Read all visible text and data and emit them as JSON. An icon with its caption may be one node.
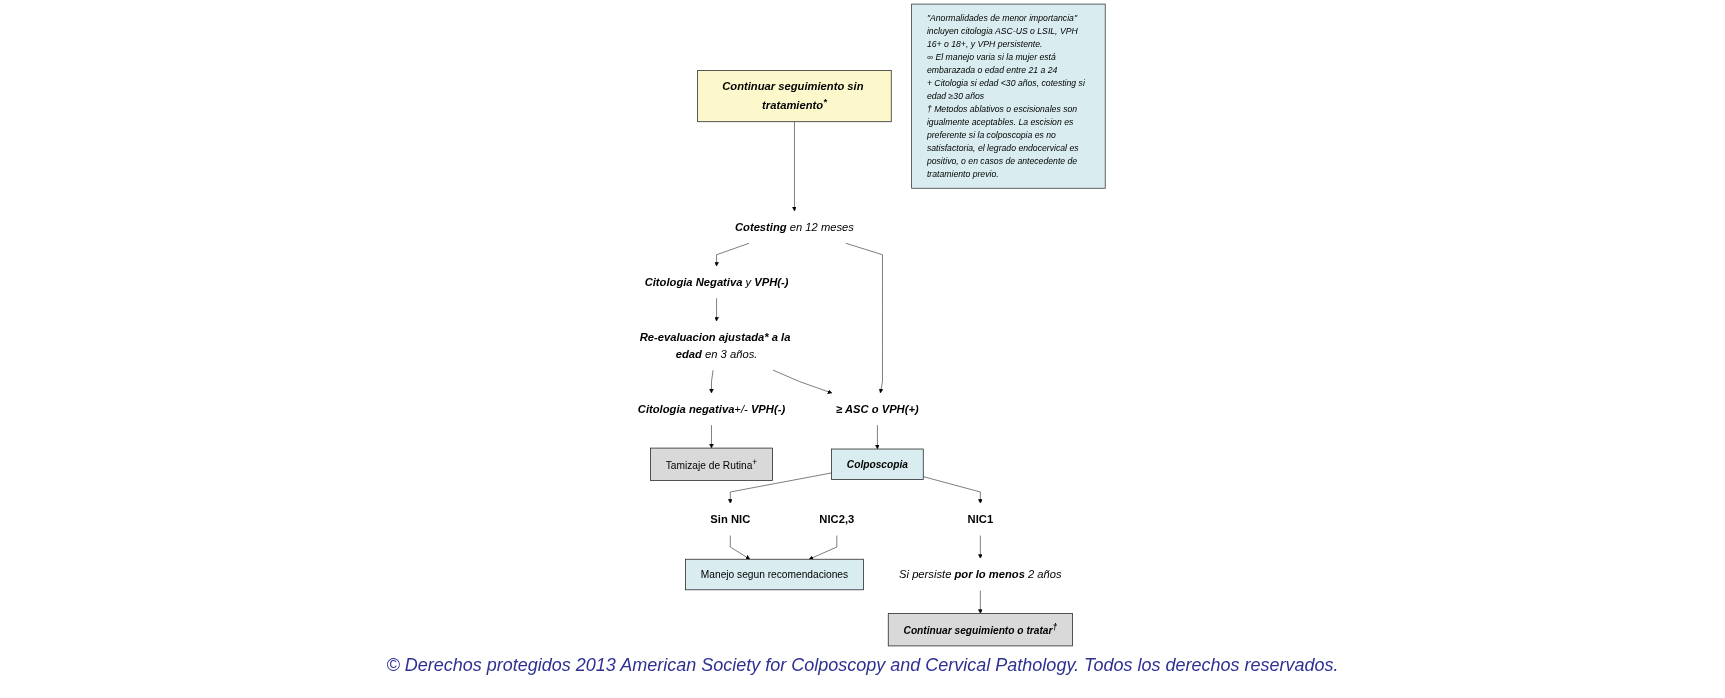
{
  "diagram": {
    "nodes": [
      {
        "text": [
          "Continuar seguimiento sin tratamiento$^{*}$"
        ]
      },
      {
        "text": [
          "**Cotesting** en 12 meses"
        ]
      },
      {
        "text": [
          "**Citologia Negativa** y **VPH(-)**"
        ]
      },
      {
        "text": [
          "**Re-evaluacion ajustada* a la edad** en 3 años."
        ]
      },
      {
        "text": [
          "**Citologia negativa**+/- **VPH(-)**"
        ]
      },
      {
        "text": [
          "Tamizaje de Rutina$^{+}$"
        ]
      },
      {
        "text": [
          "≥ ASC o VPH(+)"
        ]
      },
      {
        "text": [
          "Colposcopia"
        ]
      },
      {
        "text": [
          "Sin NIC"
        ]
      },
      {
        "text": [
          "NIC2,3"
        ]
      },
      {
        "text": [
          "NIC1"
        ]
      },
      {
        "text": [
          "Manejo segun recomendaciones"
        ]
      },
      {
        "text": [
          "Si persiste **por lo menos** 2 años"
        ]
      },
      {
        "text": [
          "Continuar seguimiento o tratar$^{†}$"
        ]
      },
      {
        "text": [
          "\"Anormalidades de menor importancia\" incluyen citologia ASC-US o LSIL, VPH 16+ o 18+, y VPH persistente.",
          "∞ El manejo varia si la mujer está embarazada o edad entre 21 a 24",
          "+ Citologia si edad <30 años, cotesting si edad ≥30 años",
          "† Metodos ablativos o escisionales son igualmente aceptables. La escision es preferente si la colposcopia es no satisfactoria, el legrado endocervical es positivo, o en casos de antecedente de tratamiento previo."
        ]
      }
    ],
    "edges": [
      {
        "from": 0,
        "to": 1,
        "arrow": "to"
      },
      {
        "from": 1,
        "to": 2,
        "arrow": "to"
      },
      {
        "from": 2,
        "to": 3,
        "arrow": "to"
      },
      {
        "from": 3,
        "to": 4,
        "arrow": "to"
      },
      {
        "from": 4,
        "to": 5,
        "arrow": "to"
      },
      {
        "from": 1,
        "to": 6,
        "arrow": "to"
      },
      {
        "from": 3,
        "to": 6,
        "arrow": "to"
      },
      {
        "from": 6,
        "to": 7,
        "arrow": "to"
      },
      {
        "from": 7,
        "to": 8,
        "arrow": "to"
      },
      {
        "from": 7,
        "to": 10,
        "arrow": "to"
      },
      {
        "from": 8,
        "to": 11,
        "arrow": "to"
      },
      {
        "from": 9,
        "to": 11,
        "arrow": "to"
      },
      {
        "from": 10,
        "to": 12,
        "arrow": "to"
      },
      {
        "from": 12,
        "to": 13,
        "arrow": "to"
      }
    ],
    "labels": [
      "© Derechos protegidos 2013 American Society for Colposcopy and Cervical Pathology. Todos los derechos reservados."
    ]
  }
}
